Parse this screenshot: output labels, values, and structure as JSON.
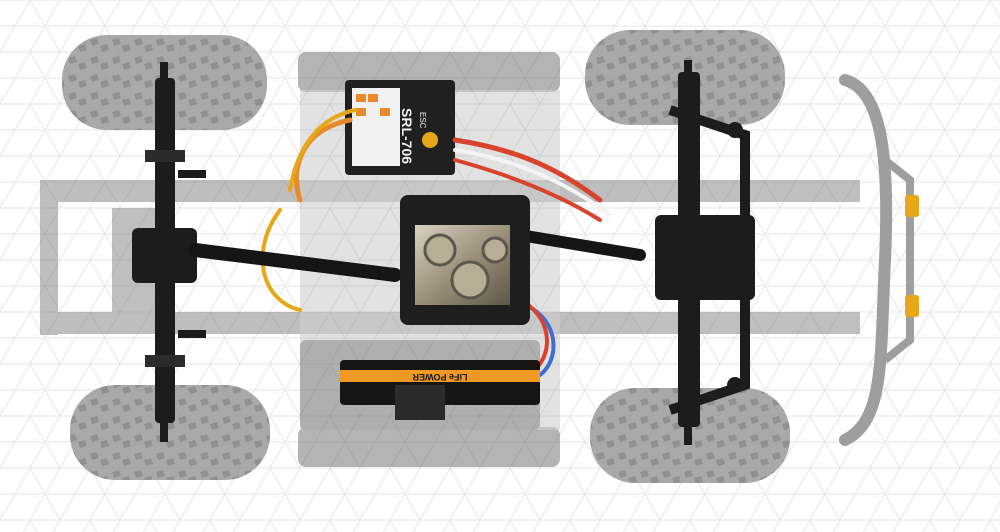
{
  "image": {
    "subject": "rc-crawler-chassis-top-view",
    "colors": {
      "background": "#ffffff",
      "pattern_line": "#e3e3e3",
      "ghost_gray": "#8f8f8f",
      "ghost_dark": "#6c6c6c",
      "tire": "#9a9a9a",
      "axle_black": "#1c1c1c",
      "gear_metal": "#a39a86",
      "bumper_gray": "#9e9e9e",
      "wire_orange": "#e88a2a",
      "wire_red": "#d8432e",
      "wire_white": "#f4f4f4",
      "wire_blue": "#3d6fd1",
      "accent_yellow": "#e7a817",
      "battery_orange": "#f09a25"
    }
  },
  "esc_module": {
    "model_text": "SRL-706",
    "sub_text": "ESC"
  },
  "battery": {
    "brand_text": "LiFe POWER"
  }
}
